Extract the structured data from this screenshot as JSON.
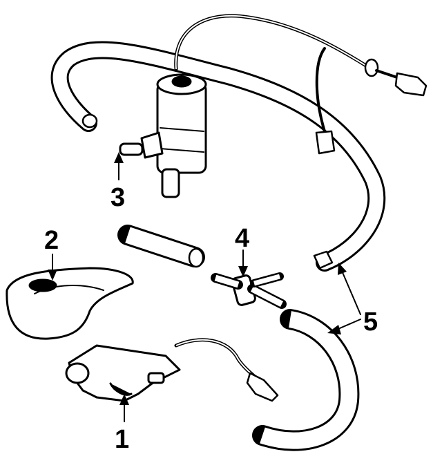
{
  "callouts": [
    {
      "id": "1",
      "label": "1",
      "part": "washer-pump-lower"
    },
    {
      "id": "2",
      "label": "2",
      "part": "washer-nozzle-cover"
    },
    {
      "id": "3",
      "label": "3",
      "part": "washer-pump-upper"
    },
    {
      "id": "4",
      "label": "4",
      "part": "check-valve"
    },
    {
      "id": "5",
      "label": "5",
      "part": "washer-hoses"
    }
  ],
  "colors": {
    "ink": "#000000",
    "background": "#ffffff"
  }
}
